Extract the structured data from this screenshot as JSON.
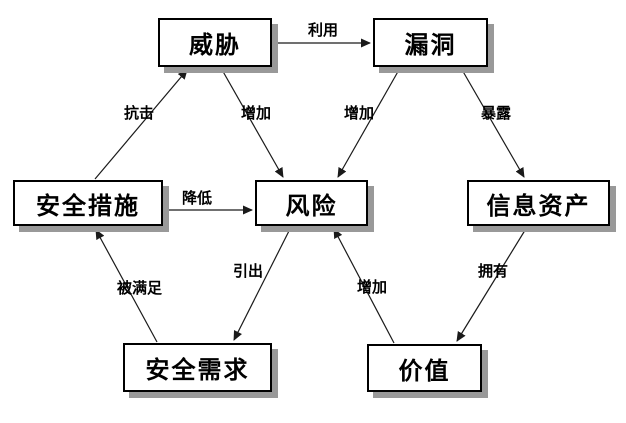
{
  "diagram": {
    "nodes": {
      "threat": {
        "label": "威胁"
      },
      "vulnerability": {
        "label": "漏洞"
      },
      "measures": {
        "label": "安全措施"
      },
      "risk": {
        "label": "风险"
      },
      "assets": {
        "label": "信息资产"
      },
      "requirements": {
        "label": "安全需求"
      },
      "value": {
        "label": "价值"
      }
    },
    "edges": {
      "exploit": {
        "from": "威胁",
        "to": "漏洞",
        "label": "利用"
      },
      "resist": {
        "from": "安全措施",
        "to": "威胁",
        "label": "抗击"
      },
      "threat_increase": {
        "from": "威胁",
        "to": "风险",
        "label": "增加"
      },
      "vuln_increase": {
        "from": "漏洞",
        "to": "风险",
        "label": "增加"
      },
      "expose": {
        "from": "漏洞",
        "to": "信息资产",
        "label": "暴露"
      },
      "reduce": {
        "from": "安全措施",
        "to": "风险",
        "label": "降低"
      },
      "satisfied": {
        "from": "安全需求",
        "to": "安全措施",
        "label": "被满足"
      },
      "induce": {
        "from": "风险",
        "to": "安全需求",
        "label": "引出"
      },
      "value_increase": {
        "from": "价值",
        "to": "风险",
        "label": "增加"
      },
      "own": {
        "from": "信息资产",
        "to": "价值",
        "label": "拥有"
      }
    },
    "colors": {
      "line": "#1a1a1a",
      "box_border": "#000000",
      "box_fill": "#ffffff",
      "box_shadow": "#999999",
      "background": "#ffffff"
    }
  }
}
